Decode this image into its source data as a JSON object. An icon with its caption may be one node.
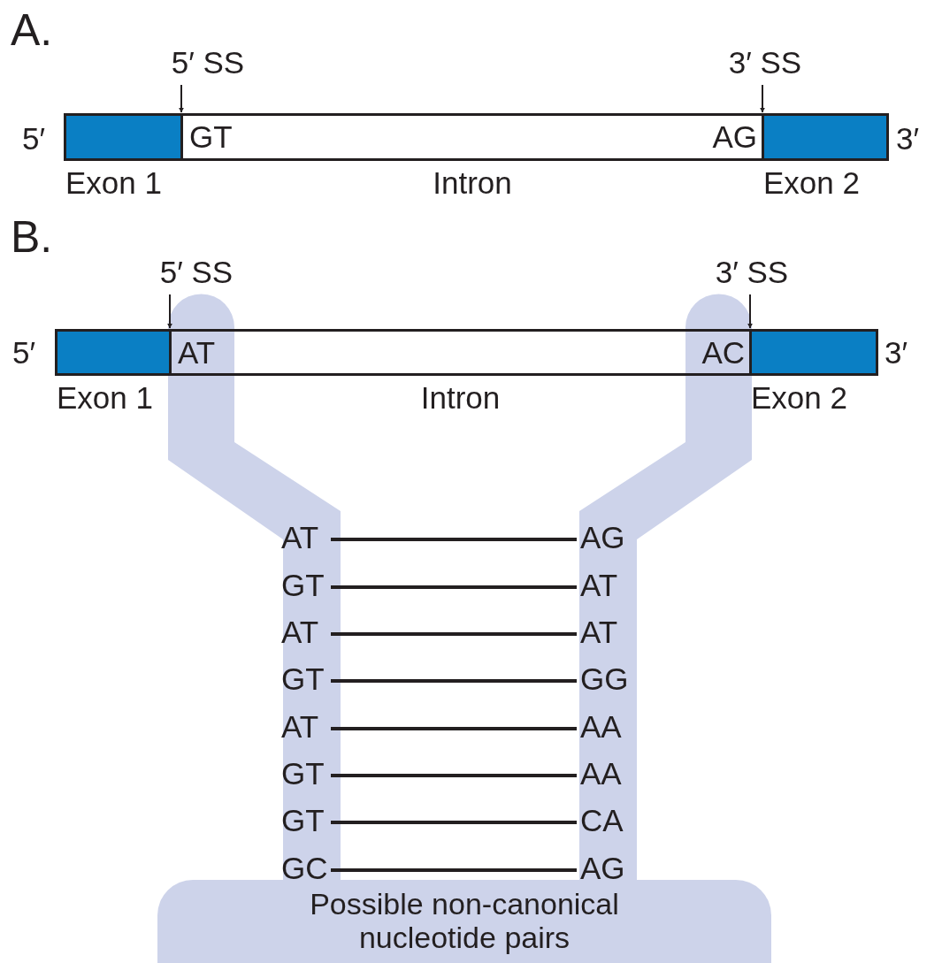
{
  "diagram": {
    "nodes": [
      {
        "text": [
          "5′ SS"
        ]
      },
      {
        "text": [
          "3′ SS"
        ]
      },
      {
        "text": [],
        "shape": "box",
        "beside": [
          "Exon 1"
        ]
      },
      {
        "text": [
          "GT",
          "AG"
        ],
        "beside": [
          "Intron"
        ]
      },
      {
        "text": [],
        "shape": "box",
        "beside": [
          "Exon 2"
        ]
      },
      {
        "text": [
          "5′ SS"
        ]
      },
      {
        "text": [
          "3′ SS"
        ]
      },
      {
        "text": [],
        "shape": "box",
        "beside": [
          "Exon 1"
        ]
      },
      {
        "text": [
          "AT",
          "AC"
        ],
        "beside": [
          "Intron"
        ]
      },
      {
        "text": [],
        "shape": "box",
        "beside": [
          "Exon 2"
        ]
      },
      {
        "text": [
          "Possible non-canonical nucleotide pairs"
        ]
      },
      {
        "text": [
          "AT"
        ]
      },
      {
        "text": [
          "AG"
        ]
      },
      {
        "text": [
          "GT"
        ]
      },
      {
        "text": [
          "AT"
        ]
      },
      {
        "text": [
          "AT"
        ]
      },
      {
        "text": [
          "AT"
        ]
      },
      {
        "text": [
          "GT"
        ]
      },
      {
        "text": [
          "GG"
        ]
      },
      {
        "text": [
          "AT"
        ]
      },
      {
        "text": [
          "AA"
        ]
      },
      {
        "text": [
          "GT"
        ]
      },
      {
        "text": [
          "AA"
        ]
      },
      {
        "text": [
          "GT"
        ]
      },
      {
        "text": [
          "CA"
        ]
      },
      {
        "text": [
          "GC"
        ]
      },
      {
        "text": [
          "AG"
        ]
      }
    ],
    "edges": [
      {
        "from": 0,
        "to": 3,
        "arrow": "to"
      },
      {
        "from": 1,
        "to": 3,
        "arrow": "to"
      },
      {
        "from": 5,
        "to": 8,
        "arrow": "to"
      },
      {
        "from": 6,
        "to": 8,
        "arrow": "to"
      },
      {
        "from": 11,
        "to": 12,
        "arrow": "none"
      },
      {
        "from": 13,
        "to": 14,
        "arrow": "none"
      },
      {
        "from": 15,
        "to": 16,
        "arrow": "none"
      },
      {
        "from": 17,
        "to": 18,
        "arrow": "none"
      },
      {
        "from": 19,
        "to": 20,
        "arrow": "none"
      },
      {
        "from": 21,
        "to": 22,
        "arrow": "none"
      },
      {
        "from": 23,
        "to": 24,
        "arrow": "none"
      },
      {
        "from": 25,
        "to": 26,
        "arrow": "none"
      }
    ],
    "labels": [
      "A.",
      "5′",
      "3′",
      "B.",
      "5′",
      "3′"
    ]
  }
}
